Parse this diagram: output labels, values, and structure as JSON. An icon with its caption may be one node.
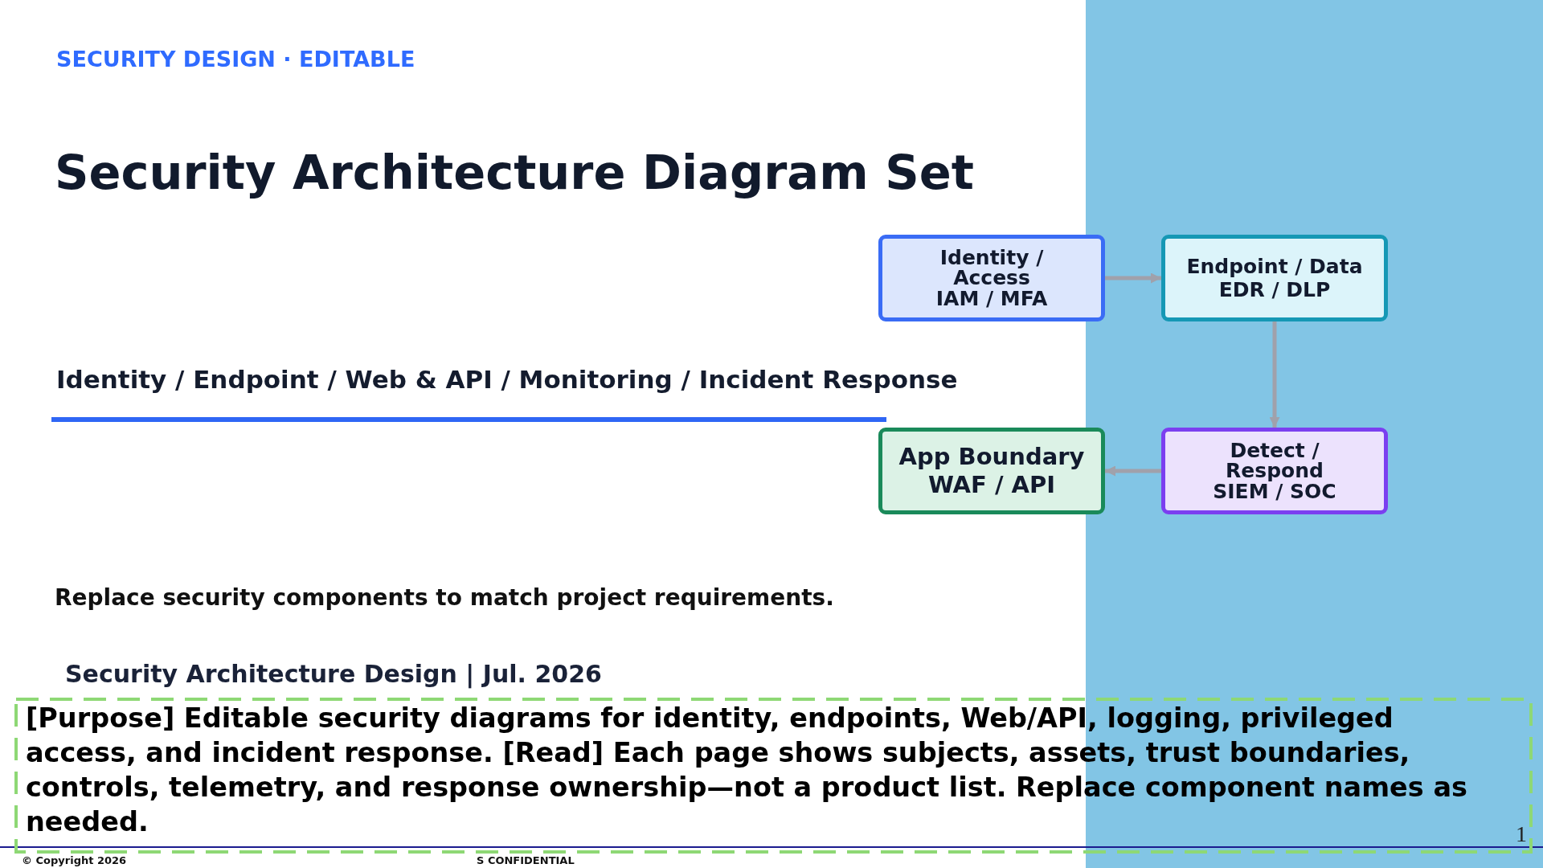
{
  "diagram": {
    "title": "Security Architecture Diagram Set",
    "nodes": [
      {
        "text": [
          "Identity / Access",
          "IAM / MFA"
        ]
      },
      {
        "text": [
          "Endpoint / Data",
          "EDR / DLP"
        ]
      },
      {
        "text": [
          "App Boundary",
          "WAF / API"
        ]
      },
      {
        "text": [
          "Detect / Respond",
          "SIEM / SOC"
        ]
      },
      {
        "text": [
          "[Purpose] Editable security diagrams for identity, endpoints, Web/API, logging, privileged access, and incident response. [Read] Each page shows subjects, assets, trust boundaries, controls, telemetry, and response ownership—not a product list. Replace component names as needed."
        ]
      }
    ],
    "edges": [
      {
        "from": 0,
        "to": 1,
        "arrow": "to"
      },
      {
        "from": 1,
        "to": 3,
        "arrow": "to"
      },
      {
        "from": 3,
        "to": 2,
        "arrow": "to"
      }
    ],
    "labels": [
      "SECURITY DESIGN · EDITABLE",
      "Identity / Endpoint / Web & API / Monitoring / Incident Response",
      "Replace security components to match project requirements.",
      "Security Architecture Design | Jul. 2026",
      "1",
      "© Copyright 2026",
      "S CONFIDENTIAL"
    ]
  }
}
